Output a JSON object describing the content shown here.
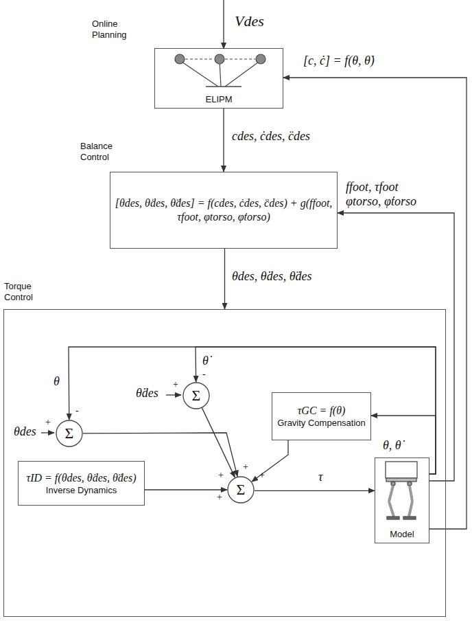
{
  "diagram": {
    "nodes": [
      {
        "text": [
          "Online Planning",
          "ELIPM"
        ]
      },
      {
        "text": [
          "Balance Control",
          "[θdes, θ̇des, θ̈des] = f(cdes, ċdes, c̈des) + g(ffoot, τfoot, φtorso, φ̇torso)"
        ]
      },
      {
        "text": [
          "Torque Control"
        ]
      },
      {
        "text": [
          "Σ"
        ],
        "in": 2
      },
      {
        "text": [
          "Σ"
        ],
        "in": 2
      },
      {
        "text": [
          "τGC = f(θ)",
          "Gravity Compensation"
        ],
        "in": 2
      },
      {
        "text": [
          "τID = f(θdes, θ̇des, θ̈des)",
          "Inverse Dynamics"
        ],
        "in": 2
      },
      {
        "text": [
          "Σ"
        ],
        "in": 2
      },
      {
        "text": [
          "Model"
        ],
        "in": 2
      }
    ],
    "edges": [
      {
        "from": 0,
        "to": 1,
        "arrow": "to",
        "label": "cdes, ċdes, c̈des"
      },
      {
        "from": 1,
        "to": 2,
        "arrow": "to",
        "label": "θdes, θ̇des, θ̈des"
      },
      {
        "from": 8,
        "to": 0,
        "arrow": "to",
        "label": "[c, ċ] = f(θ, θ̇)"
      },
      {
        "from": 8,
        "to": 1,
        "arrow": "to",
        "label": "ffoot, τfoot φtorso, φ̇torso"
      },
      {
        "from": 8,
        "to": 3,
        "arrow": "to",
        "label": "θ"
      },
      {
        "from": 8,
        "to": 4,
        "arrow": "to",
        "label": "θ̇"
      },
      {
        "from": 8,
        "to": 5,
        "arrow": "to"
      },
      {
        "from": 3,
        "to": 7,
        "arrow": "to"
      },
      {
        "from": 4,
        "to": 7,
        "arrow": "to"
      },
      {
        "from": 5,
        "to": 7,
        "arrow": "to"
      },
      {
        "from": 6,
        "to": 7,
        "arrow": "to"
      },
      {
        "from": 7,
        "to": 8,
        "arrow": "to",
        "label": "τ"
      }
    ],
    "labels": [
      "Vdes",
      "θdes",
      "θ̇des",
      "+",
      "-",
      "+",
      "-",
      "+",
      "+",
      "+",
      "+",
      "θ, θ̇"
    ]
  }
}
